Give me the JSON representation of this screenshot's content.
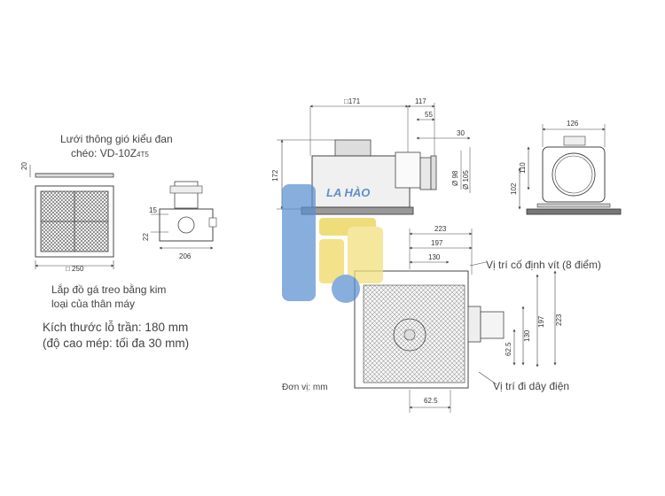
{
  "left_notes": {
    "grille_line1": "Lưới thông gió kiểu đan",
    "grille_line2": "chéo: VD-10Z",
    "grille_model_sub": "4T5",
    "bracket_line1": "Lắp đồ gá treo bằng kim",
    "bracket_line2": "loại của thân máy",
    "ceiling_line1": "Kích thước lỗ trần: 180 mm",
    "ceiling_line2": "(độ cao mép: tối đa 30 mm)"
  },
  "right_notes": {
    "screw_position": "Vị trí cố định vít (8 điểm)",
    "wiring_position": "Vị trí đi dây điện",
    "unit": "Đơn vị: mm"
  },
  "watermark": {
    "text": "LA HÀO"
  },
  "dimensions": {
    "grille_depth": "20",
    "grille_width": "□ 250",
    "side_15": "15",
    "side_22": "22",
    "side_206": "206",
    "top_171": "□171",
    "top_117": "117",
    "top_55": "55",
    "top_30": "30",
    "height_172": "172",
    "dia_98": "Ø 98",
    "dia_105": "Ø 105",
    "end_126": "126",
    "end_110": "110",
    "end_102": "102",
    "plan_223_top": "223",
    "plan_197_top": "197",
    "plan_130_top": "130",
    "plan_130_side": "130",
    "plan_197_side": "197",
    "plan_223_side": "223",
    "plan_62_5_side": "62.5",
    "plan_62_5_bottom": "62.5"
  }
}
